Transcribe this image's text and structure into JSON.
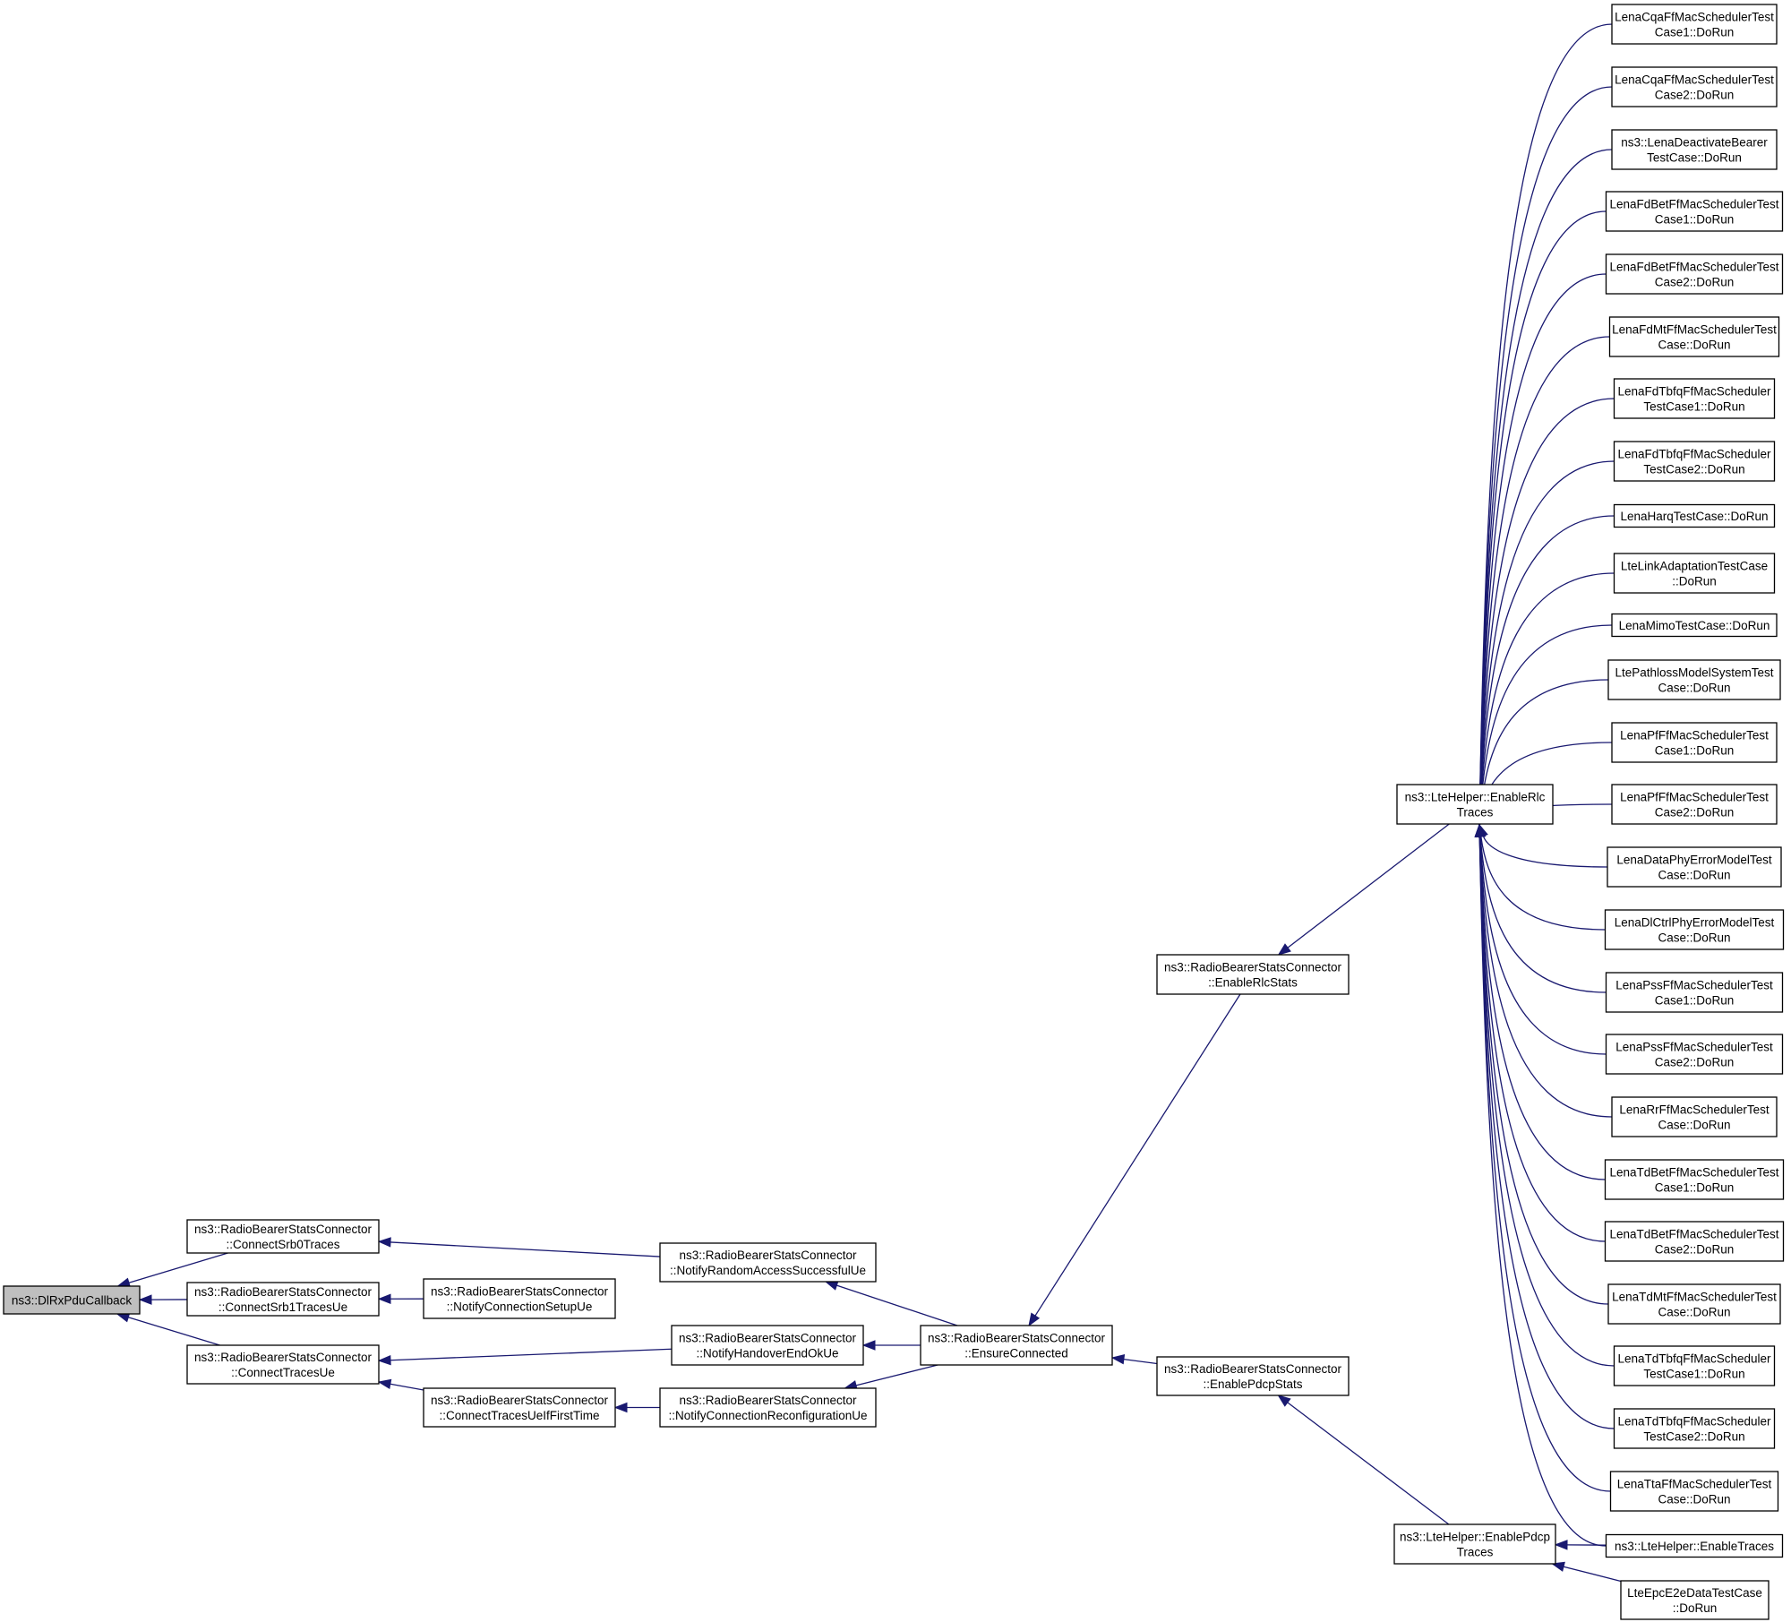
{
  "nodes": [
    {
      "id": "root",
      "lines": [
        "ns3::DlRxPduCallback"
      ],
      "root": true
    },
    {
      "id": "srb0",
      "lines": [
        "ns3::RadioBearerStatsConnector",
        "::ConnectSrb0Traces"
      ]
    },
    {
      "id": "srb1",
      "lines": [
        "ns3::RadioBearerStatsConnector",
        "::ConnectSrb1TracesUe"
      ]
    },
    {
      "id": "ctue",
      "lines": [
        "ns3::RadioBearerStatsConnector",
        "::ConnectTracesUe"
      ]
    },
    {
      "id": "ncsu",
      "lines": [
        "ns3::RadioBearerStatsConnector",
        "::NotifyConnectionSetupUe"
      ]
    },
    {
      "id": "ctuift",
      "lines": [
        "ns3::RadioBearerStatsConnector",
        "::ConnectTracesUeIfFirstTime"
      ]
    },
    {
      "id": "nras",
      "lines": [
        "ns3::RadioBearerStatsConnector",
        "::NotifyRandomAccessSuccessfulUe"
      ]
    },
    {
      "id": "nheo",
      "lines": [
        "ns3::RadioBearerStatsConnector",
        "::NotifyHandoverEndOkUe"
      ]
    },
    {
      "id": "ncru",
      "lines": [
        "ns3::RadioBearerStatsConnector",
        "::NotifyConnectionReconfigurationUe"
      ]
    },
    {
      "id": "ec",
      "lines": [
        "ns3::RadioBearerStatsConnector",
        "::EnsureConnected"
      ]
    },
    {
      "id": "erlc",
      "lines": [
        "ns3::RadioBearerStatsConnector",
        "::EnableRlcStats"
      ]
    },
    {
      "id": "epdcp",
      "lines": [
        "ns3::RadioBearerStatsConnector",
        "::EnablePdcpStats"
      ]
    },
    {
      "id": "lherlc",
      "lines": [
        "ns3::LteHelper::EnableRlc",
        "Traces"
      ]
    },
    {
      "id": "lhepdcp",
      "lines": [
        "ns3::LteHelper::EnablePdcp",
        "Traces"
      ]
    },
    {
      "id": "t01",
      "lines": [
        "LenaCqaFfMacSchedulerTest",
        "Case1::DoRun"
      ]
    },
    {
      "id": "t02",
      "lines": [
        "LenaCqaFfMacSchedulerTest",
        "Case2::DoRun"
      ]
    },
    {
      "id": "t03",
      "lines": [
        "ns3::LenaDeactivateBearer",
        "TestCase::DoRun"
      ]
    },
    {
      "id": "t04",
      "lines": [
        "LenaFdBetFfMacSchedulerTest",
        "Case1::DoRun"
      ]
    },
    {
      "id": "t05",
      "lines": [
        "LenaFdBetFfMacSchedulerTest",
        "Case2::DoRun"
      ]
    },
    {
      "id": "t06",
      "lines": [
        "LenaFdMtFfMacSchedulerTest",
        "Case::DoRun"
      ]
    },
    {
      "id": "t07",
      "lines": [
        "LenaFdTbfqFfMacScheduler",
        "TestCase1::DoRun"
      ]
    },
    {
      "id": "t08",
      "lines": [
        "LenaFdTbfqFfMacScheduler",
        "TestCase2::DoRun"
      ]
    },
    {
      "id": "t09",
      "lines": [
        "LenaHarqTestCase::DoRun"
      ]
    },
    {
      "id": "t10",
      "lines": [
        "LteLinkAdaptationTestCase",
        "::DoRun"
      ]
    },
    {
      "id": "t11",
      "lines": [
        "LenaMimoTestCase::DoRun"
      ]
    },
    {
      "id": "t12",
      "lines": [
        "LtePathlossModelSystemTest",
        "Case::DoRun"
      ]
    },
    {
      "id": "t13",
      "lines": [
        "LenaPfFfMacSchedulerTest",
        "Case1::DoRun"
      ]
    },
    {
      "id": "t14",
      "lines": [
        "LenaPfFfMacSchedulerTest",
        "Case2::DoRun"
      ]
    },
    {
      "id": "t15",
      "lines": [
        "LenaDataPhyErrorModelTest",
        "Case::DoRun"
      ]
    },
    {
      "id": "t16",
      "lines": [
        "LenaDlCtrlPhyErrorModelTest",
        "Case::DoRun"
      ]
    },
    {
      "id": "t17",
      "lines": [
        "LenaPssFfMacSchedulerTest",
        "Case1::DoRun"
      ]
    },
    {
      "id": "t18",
      "lines": [
        "LenaPssFfMacSchedulerTest",
        "Case2::DoRun"
      ]
    },
    {
      "id": "t19",
      "lines": [
        "LenaRrFfMacSchedulerTest",
        "Case::DoRun"
      ]
    },
    {
      "id": "t20",
      "lines": [
        "LenaTdBetFfMacSchedulerTest",
        "Case1::DoRun"
      ]
    },
    {
      "id": "t21",
      "lines": [
        "LenaTdBetFfMacSchedulerTest",
        "Case2::DoRun"
      ]
    },
    {
      "id": "t22",
      "lines": [
        "LenaTdMtFfMacSchedulerTest",
        "Case::DoRun"
      ]
    },
    {
      "id": "t23",
      "lines": [
        "LenaTdTbfqFfMacScheduler",
        "TestCase1::DoRun"
      ]
    },
    {
      "id": "t24",
      "lines": [
        "LenaTdTbfqFfMacScheduler",
        "TestCase2::DoRun"
      ]
    },
    {
      "id": "t25",
      "lines": [
        "LenaTtaFfMacSchedulerTest",
        "Case::DoRun"
      ]
    },
    {
      "id": "t26",
      "lines": [
        "ns3::LteHelper::EnableTraces"
      ]
    },
    {
      "id": "t27",
      "lines": [
        "LteEpcE2eDataTestCase",
        "::DoRun"
      ]
    }
  ],
  "edges": [
    {
      "from": "srb0",
      "to": "root"
    },
    {
      "from": "srb1",
      "to": "root"
    },
    {
      "from": "ctue",
      "to": "root"
    },
    {
      "from": "nras",
      "to": "srb0"
    },
    {
      "from": "ncsu",
      "to": "srb1"
    },
    {
      "from": "nheo",
      "to": "ctue"
    },
    {
      "from": "ctuift",
      "to": "ctue"
    },
    {
      "from": "ncru",
      "to": "ctuift"
    },
    {
      "from": "ec",
      "to": "nras"
    },
    {
      "from": "ec",
      "to": "nheo"
    },
    {
      "from": "ec",
      "to": "ncru"
    },
    {
      "from": "erlc",
      "to": "ec"
    },
    {
      "from": "epdcp",
      "to": "ec"
    },
    {
      "from": "lherlc",
      "to": "erlc"
    },
    {
      "from": "lhepdcp",
      "to": "epdcp"
    },
    {
      "from": "t01",
      "to": "lherlc"
    },
    {
      "from": "t02",
      "to": "lherlc"
    },
    {
      "from": "t03",
      "to": "lherlc"
    },
    {
      "from": "t04",
      "to": "lherlc"
    },
    {
      "from": "t05",
      "to": "lherlc"
    },
    {
      "from": "t06",
      "to": "lherlc"
    },
    {
      "from": "t07",
      "to": "lherlc"
    },
    {
      "from": "t08",
      "to": "lherlc"
    },
    {
      "from": "t09",
      "to": "lherlc"
    },
    {
      "from": "t10",
      "to": "lherlc"
    },
    {
      "from": "t11",
      "to": "lherlc"
    },
    {
      "from": "t12",
      "to": "lherlc"
    },
    {
      "from": "t13",
      "to": "lherlc"
    },
    {
      "from": "t14",
      "to": "lherlc"
    },
    {
      "from": "t15",
      "to": "lherlc"
    },
    {
      "from": "t16",
      "to": "lherlc"
    },
    {
      "from": "t17",
      "to": "lherlc"
    },
    {
      "from": "t18",
      "to": "lherlc"
    },
    {
      "from": "t19",
      "to": "lherlc"
    },
    {
      "from": "t20",
      "to": "lherlc"
    },
    {
      "from": "t21",
      "to": "lherlc"
    },
    {
      "from": "t22",
      "to": "lherlc"
    },
    {
      "from": "t23",
      "to": "lherlc"
    },
    {
      "from": "t24",
      "to": "lherlc"
    },
    {
      "from": "t25",
      "to": "lherlc"
    },
    {
      "from": "t26",
      "to": "lherlc"
    },
    {
      "from": "t26",
      "to": "lhepdcp"
    },
    {
      "from": "t27",
      "to": "lhepdcp"
    }
  ],
  "colors": {
    "edge": "#191970",
    "root_fill": "#bfbfbf",
    "node_fill": "#ffffff",
    "border": "#000000"
  }
}
